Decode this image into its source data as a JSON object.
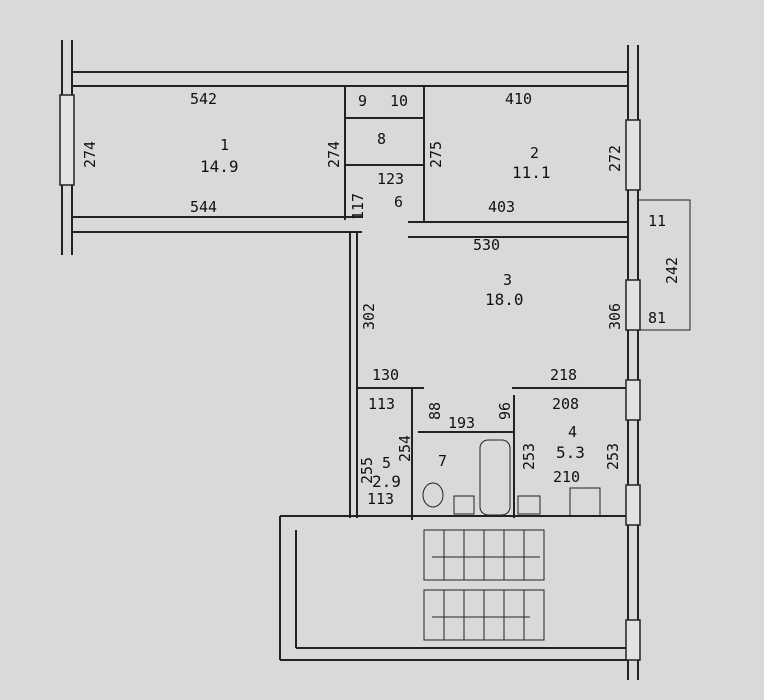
{
  "plan": {
    "rooms": [
      {
        "id": "1",
        "area": "14.9"
      },
      {
        "id": "2",
        "area": "11.1"
      },
      {
        "id": "3",
        "area": "18.0"
      },
      {
        "id": "4",
        "area": "5.3"
      },
      {
        "id": "5",
        "area": "2.9"
      },
      {
        "id": "6",
        "area": ""
      },
      {
        "id": "7",
        "area": ""
      },
      {
        "id": "8",
        "area": ""
      },
      {
        "id": "9",
        "area": ""
      },
      {
        "id": "10",
        "area": ""
      },
      {
        "id": "11",
        "area": ""
      }
    ],
    "dimensions": {
      "d542": "542",
      "d410": "410",
      "d274a": "274",
      "d274b": "274",
      "d275": "275",
      "d272": "272",
      "d123": "123",
      "d117": "117",
      "d544": "544",
      "d403": "403",
      "d530": "530",
      "d242": "242",
      "d302": "302",
      "d306": "306",
      "d81": "81",
      "d130": "130",
      "d218": "218",
      "d113a": "113",
      "d88": "88",
      "d96": "96",
      "d208": "208",
      "d193": "193",
      "d255": "255",
      "d254": "254",
      "d253a": "253",
      "d253b": "253",
      "d210": "210",
      "d113b": "113"
    }
  }
}
